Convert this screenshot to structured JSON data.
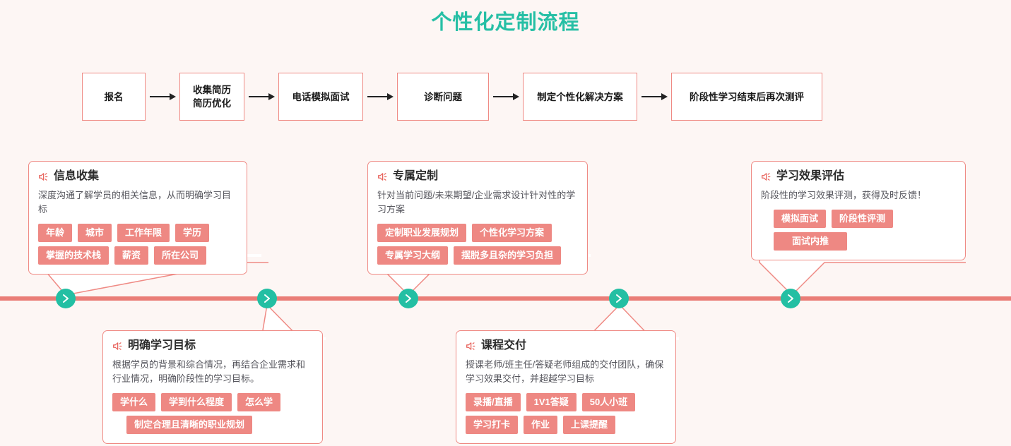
{
  "page": {
    "title": "个性化定制流程",
    "title_color": "#26bfa5",
    "background_color": "#fdf6f4",
    "accent_color": "#ee8883",
    "marker_color": "#23bfa3"
  },
  "flow": {
    "steps": [
      {
        "label": "报名"
      },
      {
        "label": "收集简历\n简历优化"
      },
      {
        "label": "电话模拟面试"
      },
      {
        "label": "诊断问题"
      },
      {
        "label": "制定个性化解决方案"
      },
      {
        "label": "阶段性学习结束后再次测评"
      }
    ],
    "arrow_icon": "arrow-right-icon"
  },
  "timeline": {
    "markers": [
      {
        "name": "timeline-marker-1",
        "icon": "chevron-right-icon"
      },
      {
        "name": "timeline-marker-2",
        "icon": "chevron-right-icon"
      },
      {
        "name": "timeline-marker-3",
        "icon": "chevron-right-icon"
      },
      {
        "name": "timeline-marker-4",
        "icon": "chevron-right-icon"
      },
      {
        "name": "timeline-marker-5",
        "icon": "chevron-right-icon"
      }
    ]
  },
  "cards": [
    {
      "id": "info-collection",
      "position": "above",
      "icon": "speaker-icon",
      "title": "信息收集",
      "desc": "深度沟通了解学员的相关信息，从而明确学习目标",
      "tag_rows": [
        [
          "年龄",
          "城市",
          "工作年限",
          "学历"
        ],
        [
          "掌握的技术栈",
          "薪资",
          "所在公司"
        ]
      ]
    },
    {
      "id": "clear-learning-goal",
      "position": "below",
      "icon": "speaker-icon",
      "title": "明确学习目标",
      "desc": "根据学员的背景和综合情况，再结合企业需求和行业情况，明确阶段性的学习目标。",
      "tag_rows": [
        [
          "学什么",
          "学到什么程度",
          "怎么学"
        ],
        [
          "制定合理且清晰的职业规划"
        ]
      ]
    },
    {
      "id": "exclusive-customization",
      "position": "above",
      "icon": "speaker-icon",
      "title": "专属定制",
      "desc": "针对当前问题/未来期望/企业需求设计针对性的学习方案",
      "tag_rows": [
        [
          "定制职业发展规划",
          "个性化学习方案"
        ],
        [
          "专属学习大纲",
          "摆脱多且杂的学习负担"
        ]
      ]
    },
    {
      "id": "course-delivery",
      "position": "below",
      "icon": "speaker-icon",
      "title": "课程交付",
      "desc": "授课老师/班主任/答疑老师组成的交付团队，确保学习效果交付，并超越学习目标",
      "tag_rows": [
        [
          "录播/直播",
          "1V1答疑",
          "50人小班"
        ],
        [
          "学习打卡",
          "作业",
          "上课提醒"
        ]
      ]
    },
    {
      "id": "learning-effect-evaluation",
      "position": "above",
      "icon": "speaker-icon",
      "title": "学习效果评估",
      "desc": "阶段性的学习效果评测，获得及时反馈！",
      "tag_rows": [
        [
          "模拟面试",
          "阶段性评测"
        ],
        [
          "面试内推"
        ]
      ]
    }
  ]
}
